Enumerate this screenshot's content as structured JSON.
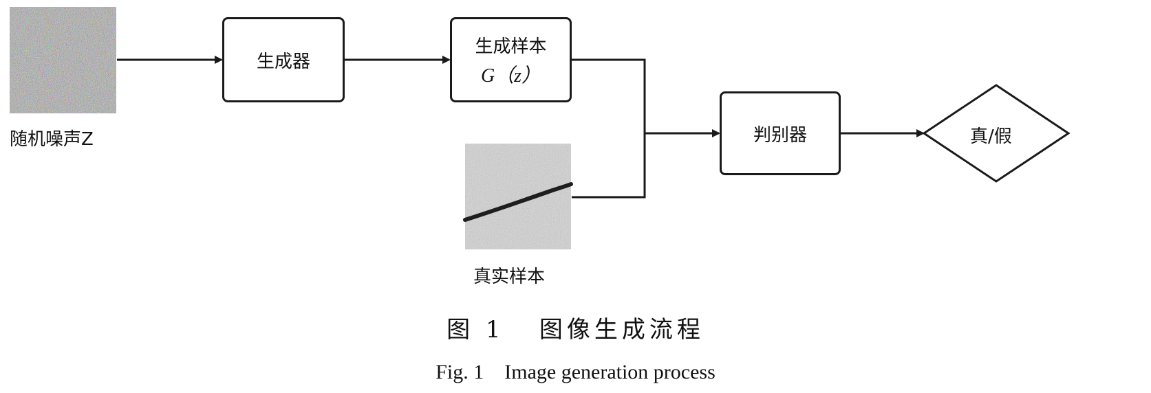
{
  "nodes": {
    "noise_label": "随机噪声Z",
    "generator": "生成器",
    "generated_title": "生成样本",
    "generated_formula": "G（z）",
    "real_label": "真实样本",
    "discriminator": "判别器",
    "output": "真/假"
  },
  "caption": {
    "cn": "图 1   图像生成流程",
    "en": "Fig. 1    Image generation process"
  }
}
